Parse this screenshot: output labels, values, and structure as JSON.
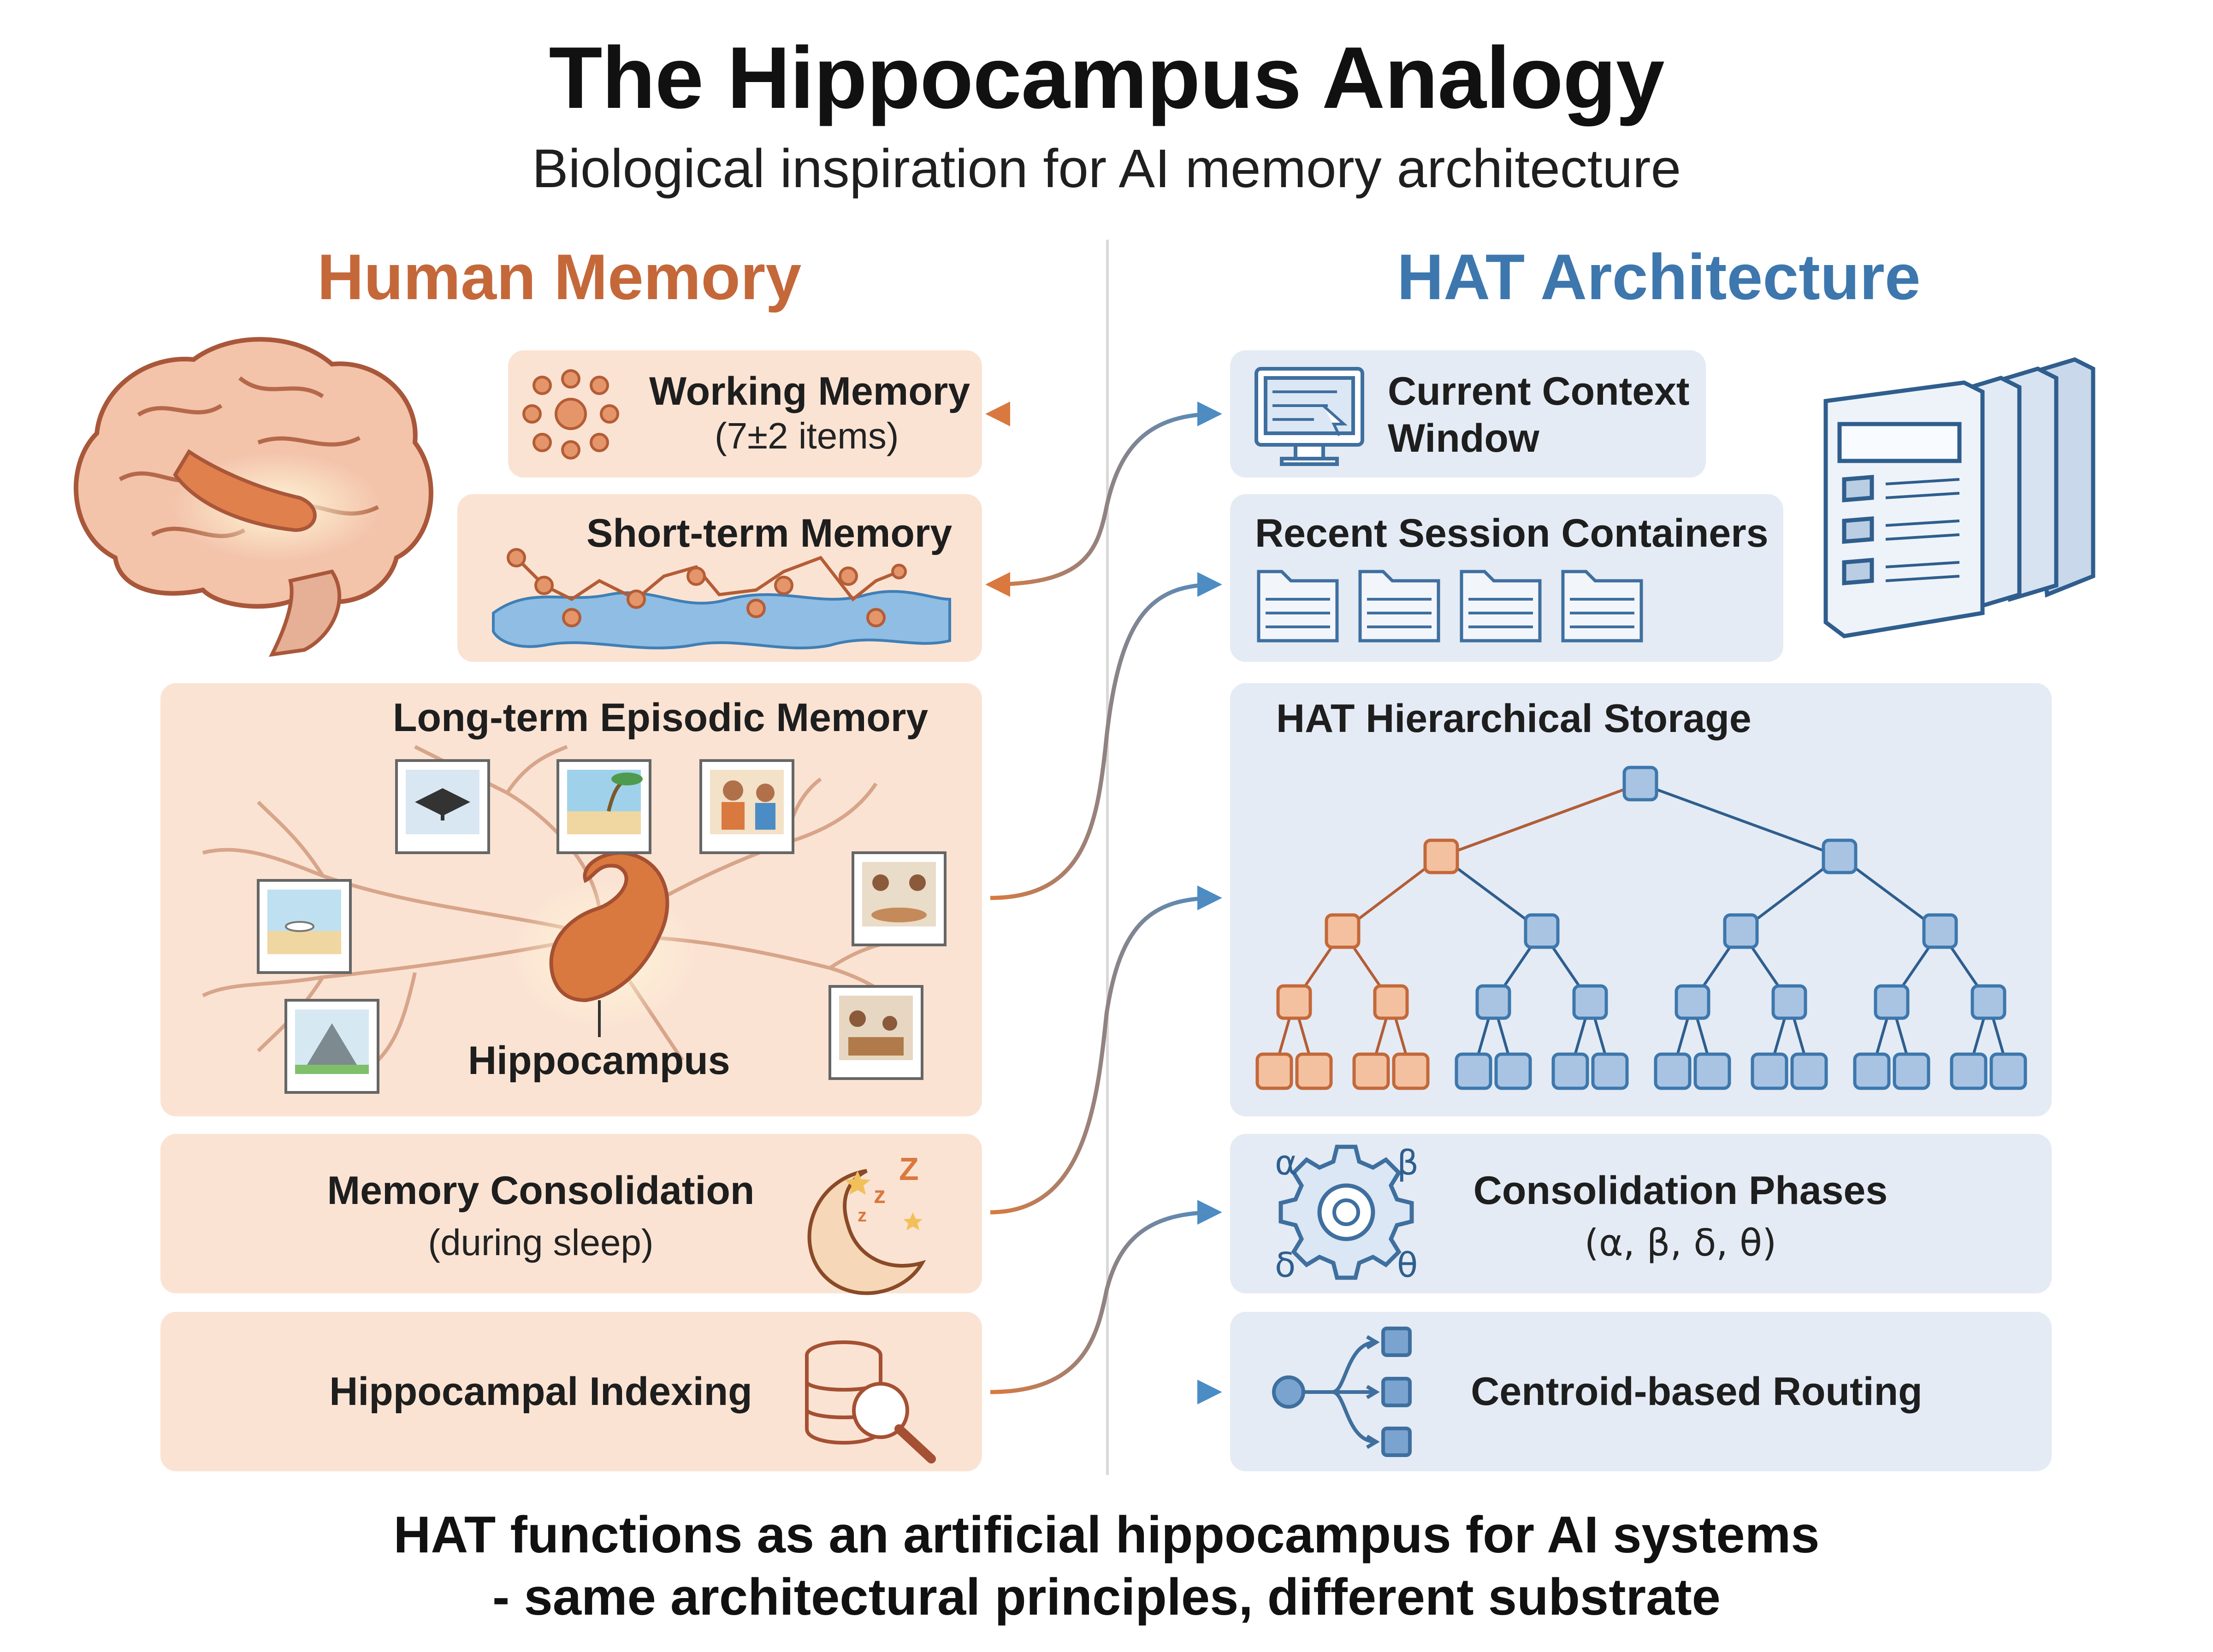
{
  "header": {
    "title": "The Hippocampus Analogy",
    "subtitle": "Biological inspiration for AI memory architecture"
  },
  "columns": {
    "left": "Human Memory",
    "right": "HAT Architecture"
  },
  "human_memory": {
    "working_memory": {
      "label": "Working Memory",
      "detail": "(7±2 items)"
    },
    "short_term": {
      "label": "Short-term Memory"
    },
    "long_term": {
      "label": "Long-term Episodic Memory",
      "hippocampus_label": "Hippocampus"
    },
    "consolidation": {
      "label": "Memory Consolidation",
      "detail": "(during sleep)"
    },
    "indexing": {
      "label": "Hippocampal Indexing"
    }
  },
  "hat_architecture": {
    "context_window": {
      "label_line1": "Current Context",
      "label_line2": "Window"
    },
    "session_containers": {
      "label": "Recent Session Containers"
    },
    "hierarchical_storage": {
      "label": "HAT Hierarchical Storage"
    },
    "consolidation_phases": {
      "label": "Consolidation Phases",
      "detail": "(α, β, δ, θ)",
      "symbols": [
        "α",
        "β",
        "δ",
        "θ"
      ]
    },
    "routing": {
      "label": "Centroid-based Routing"
    }
  },
  "footer": {
    "line1": "HAT functions as an artificial hippocampus for AI systems",
    "line2": "- same architectural principles, different substrate"
  },
  "colors": {
    "human_accent": "#c4683a",
    "hat_accent": "#3d77ad",
    "human_box": "#fbe3d3",
    "hat_box": "#e4ebf4"
  },
  "icons": [
    "brain-icon",
    "neuron-cluster-icon",
    "wave-network-icon",
    "photo-memory-icon",
    "moon-sleep-icon",
    "database-search-icon",
    "monitor-icon",
    "folder-icon",
    "server-stack-icon",
    "tree-icon",
    "gear-icon",
    "routing-icon"
  ]
}
